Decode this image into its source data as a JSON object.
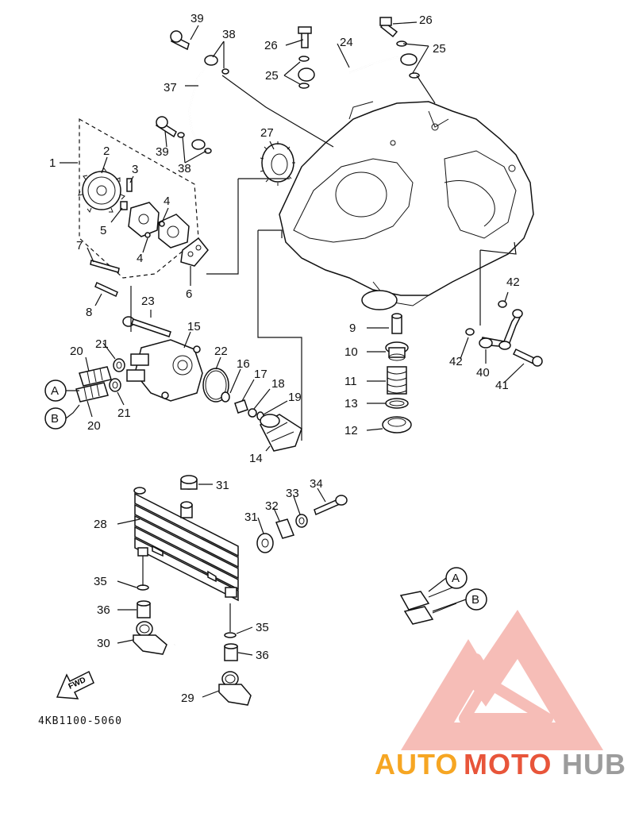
{
  "diagram_code": "4KB1100-5060",
  "fwd_label": "FWD",
  "connector_labels": {
    "a": "A",
    "b": "B"
  },
  "callouts": {
    "p1": "1",
    "p2": "2",
    "p3": "3",
    "p4a": "4",
    "p4b": "4",
    "p5": "5",
    "p6": "6",
    "p7": "7",
    "p8": "8",
    "p9": "9",
    "p10": "10",
    "p11": "11",
    "p12": "12",
    "p13": "13",
    "p14": "14",
    "p15": "15",
    "p16": "16",
    "p17": "17",
    "p18": "18",
    "p19": "19",
    "p20a": "20",
    "p20b": "20",
    "p21a": "21",
    "p21b": "21",
    "p22": "22",
    "p23": "23",
    "p24": "24",
    "p25a": "25",
    "p25b": "25",
    "p26a": "26",
    "p26b": "26",
    "p27": "27",
    "p28": "28",
    "p29": "29",
    "p30": "30",
    "p31a": "31",
    "p31b": "31",
    "p32": "32",
    "p33": "33",
    "p34": "34",
    "p35a": "35",
    "p35b": "35",
    "p36a": "36",
    "p36b": "36",
    "p37": "37",
    "p38a": "38",
    "p38b": "38",
    "p39a": "39",
    "p39b": "39",
    "p40": "40",
    "p41": "41",
    "p42a": "42",
    "p42b": "42"
  },
  "watermark": {
    "part1": "AUTO",
    "part2": "MOTO",
    "part3": "HUB"
  },
  "colors": {
    "line": "#111111",
    "watermark_light": "#f4a8a0",
    "auto": "#f6a623",
    "moto": "#e8553a",
    "hub": "#9c9c9c"
  }
}
